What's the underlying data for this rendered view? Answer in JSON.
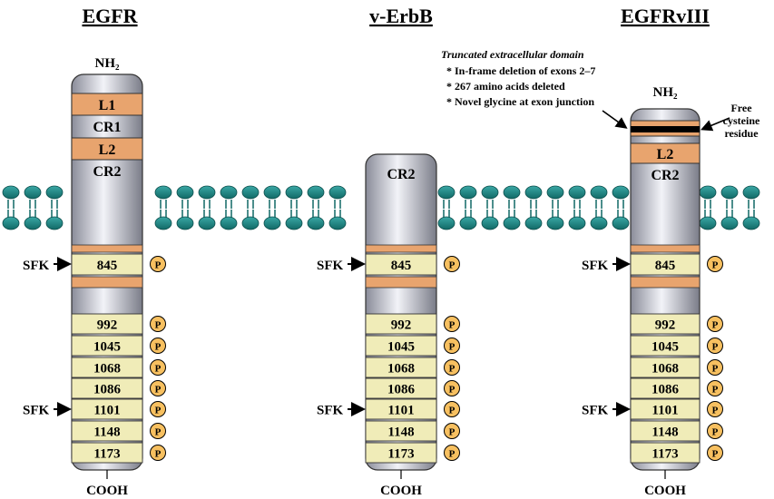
{
  "titles": {
    "egfr": "EGFR",
    "verbb": "v-ErbB",
    "egfrviii": "EGFRvIII"
  },
  "terminals": {
    "nh2": "NH₂",
    "cooh": "COOH"
  },
  "domains": {
    "l1": "L1",
    "cr1": "CR1",
    "l2": "L2",
    "cr2": "CR2"
  },
  "kinase_site": "845",
  "tyrosine_sites": [
    "992",
    "1045",
    "1068",
    "1086",
    "1101",
    "1148",
    "1173"
  ],
  "phospho_label": "P",
  "sfk_label": "SFK",
  "annotation": {
    "heading": "Truncated extracellular domain",
    "lines": [
      "* In-frame deletion of exons 2–7",
      "* 267 amino acids deleted",
      "* Novel glycine at exon junction"
    ]
  },
  "free_cys": [
    "Free",
    "cysteine",
    "residue"
  ],
  "colors": {
    "domain_orange": "#e8a46e",
    "site_yellow": "#f0ecb8",
    "phospho": "#f7c060",
    "membrane": "#1f8a88"
  }
}
